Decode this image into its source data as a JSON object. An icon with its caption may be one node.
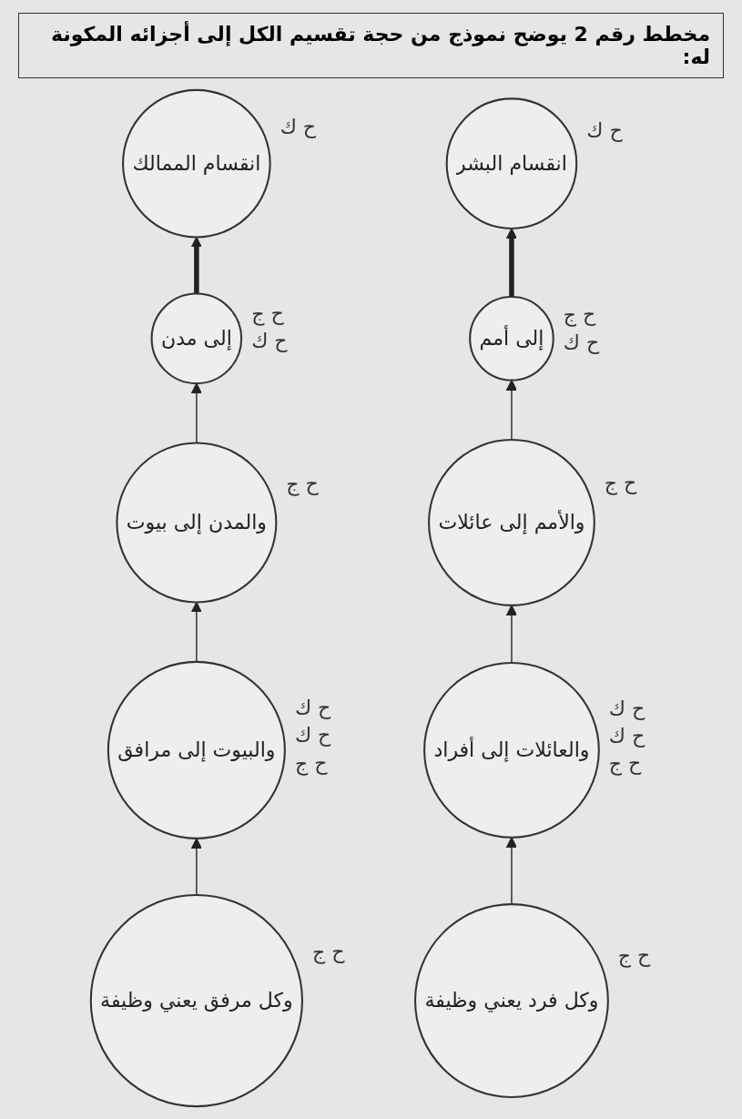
{
  "diagram": {
    "title": "مخطط رقم 2 يوضح نموذج من حجة تقسيم الكل إلى أجزائه المكونة له:",
    "nodes": [
      {
        "text": [
          "انقسام الممالك"
        ],
        "beside": [
          "ح ك"
        ]
      },
      {
        "text": [
          "إلى مدن"
        ],
        "beside": [
          "ح ج",
          "ح ك"
        ]
      },
      {
        "text": [
          "والمدن إلى بيوت"
        ],
        "beside": [
          "ح ج"
        ]
      },
      {
        "text": [
          "والبيوت إلى مرافق"
        ],
        "beside": [
          "ح ك",
          "ح ك",
          "ح ج"
        ]
      },
      {
        "text": [
          "وكل مرفق يعني وظيفة"
        ],
        "beside": [
          "ح ج"
        ]
      },
      {
        "text": [
          "انقسام البشر"
        ],
        "beside": [
          "ح ك"
        ]
      },
      {
        "text": [
          "إلى أمم"
        ],
        "beside": [
          "ح ج",
          "ح ك"
        ]
      },
      {
        "text": [
          "والأمم إلى عائلات"
        ],
        "beside": [
          "ح ج"
        ]
      },
      {
        "text": [
          "والعائلات إلى أفراد"
        ],
        "beside": [
          "ح ك",
          "ح ك",
          "ح ج"
        ]
      },
      {
        "text": [
          "وكل فرد يعني وظيفة"
        ],
        "beside": [
          "ح ج"
        ]
      }
    ],
    "edges": [
      {
        "from": 1,
        "to": 0,
        "arrow": "to",
        "style": "thick"
      },
      {
        "from": 2,
        "to": 1,
        "arrow": "to"
      },
      {
        "from": 3,
        "to": 2,
        "arrow": "to"
      },
      {
        "from": 4,
        "to": 3,
        "arrow": "to"
      },
      {
        "from": 6,
        "to": 5,
        "arrow": "to",
        "style": "thick"
      },
      {
        "from": 7,
        "to": 6,
        "arrow": "to"
      },
      {
        "from": 8,
        "to": 7,
        "arrow": "to"
      },
      {
        "from": 9,
        "to": 8,
        "arrow": "to"
      }
    ]
  }
}
